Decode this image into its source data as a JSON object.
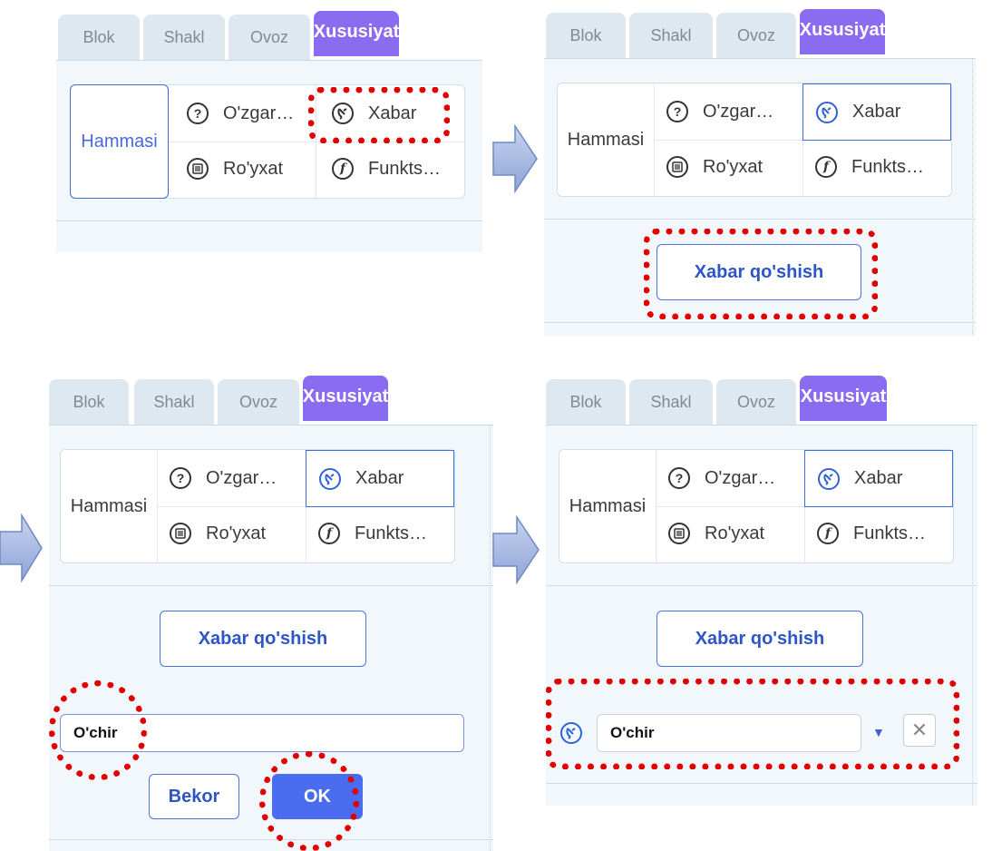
{
  "tabs": [
    "Blok",
    "Shakl",
    "Ovoz",
    "Xususiyat"
  ],
  "categories": {
    "all": "Hammasi",
    "variable": "O'zgar…",
    "message": "Xabar",
    "list": "Ro'yxat",
    "function": "Funkts…"
  },
  "icons": {
    "variable": "?",
    "message": "satellite-dish",
    "list": "list",
    "function": "f"
  },
  "add_message_label": "Xabar qo'shish",
  "message_name": "O'chir",
  "cancel_label": "Bekor",
  "ok_label": "OK",
  "remove_label": "✕",
  "colors": {
    "accent": "#8a6cf0",
    "highlight": "#e00000",
    "button_primary": "#4a6cf0"
  }
}
